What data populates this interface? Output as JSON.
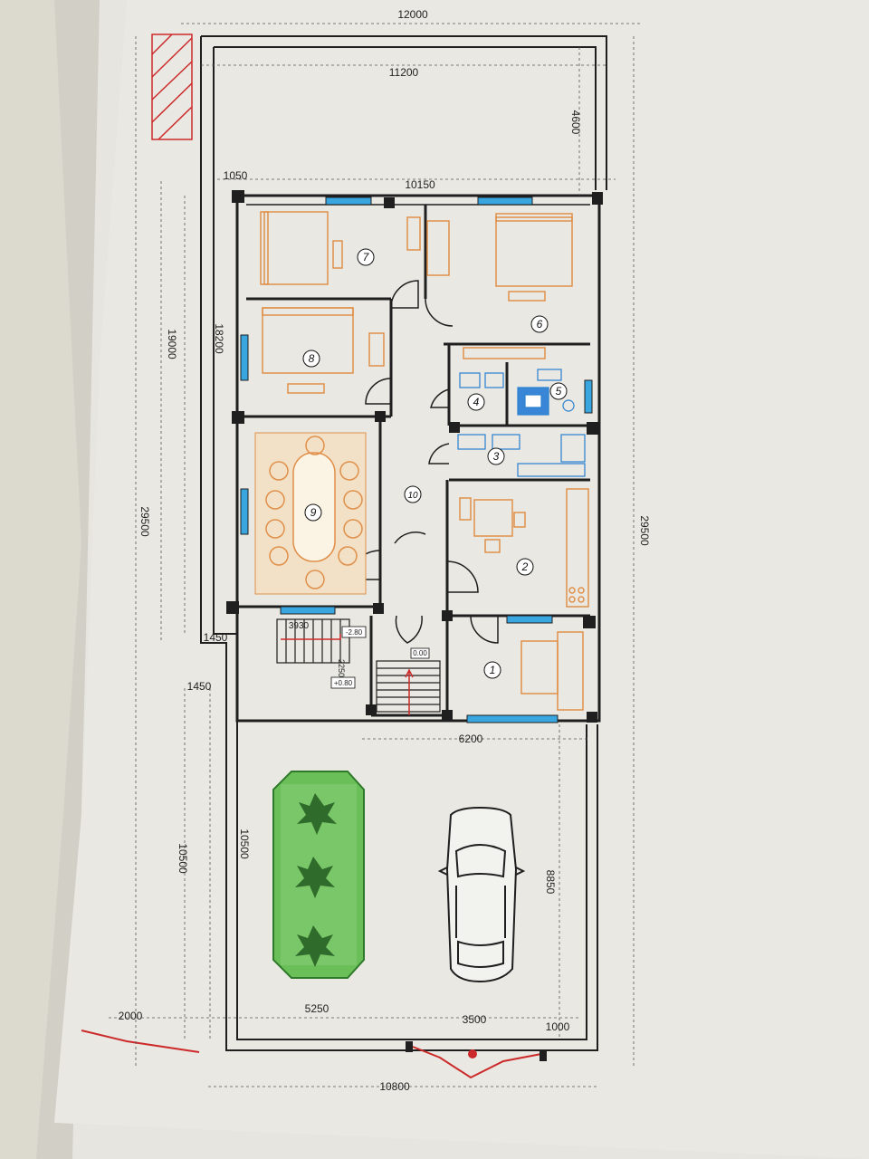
{
  "plan": {
    "dimensions": {
      "top_outer": "12000",
      "top_inner": "11200",
      "house_width": "10150",
      "left_offset": "1050",
      "yard_depth": "4600",
      "house_depth_a": "19000",
      "house_depth_b": "18200",
      "total_depth_left": "29500",
      "total_depth_right": "29500",
      "step_a": "1450",
      "step_b": "1450",
      "front_width": "6200",
      "stair_width": "3930",
      "stair_height": "2250",
      "garden_depth_a": "10500",
      "garden_depth_b": "10500",
      "yard_right": "8850",
      "bottom_left": "2000",
      "bottom_mid": "5250",
      "gate_width": "3500",
      "bottom_right": "1000",
      "bottom_total": "10800"
    },
    "levels": {
      "stair_top": "-2.80",
      "stair_bottom": "+0.80",
      "entry": "0.00"
    },
    "rooms": [
      "1",
      "2",
      "3",
      "4",
      "5",
      "6",
      "7",
      "8",
      "9",
      "10"
    ],
    "colors": {
      "wall": "#1f1f1f",
      "furniture": "#e0904a",
      "bath_fixture": "#2a7fd0",
      "window": "#3aa6e0",
      "lawn": "#6bbf59",
      "red_line": "#cc2a2a",
      "paper": "#e9e8e2"
    },
    "icons": [
      "car-icon",
      "tree-icon",
      "dining-table-icon",
      "bed-icon",
      "stair-icon"
    ]
  }
}
